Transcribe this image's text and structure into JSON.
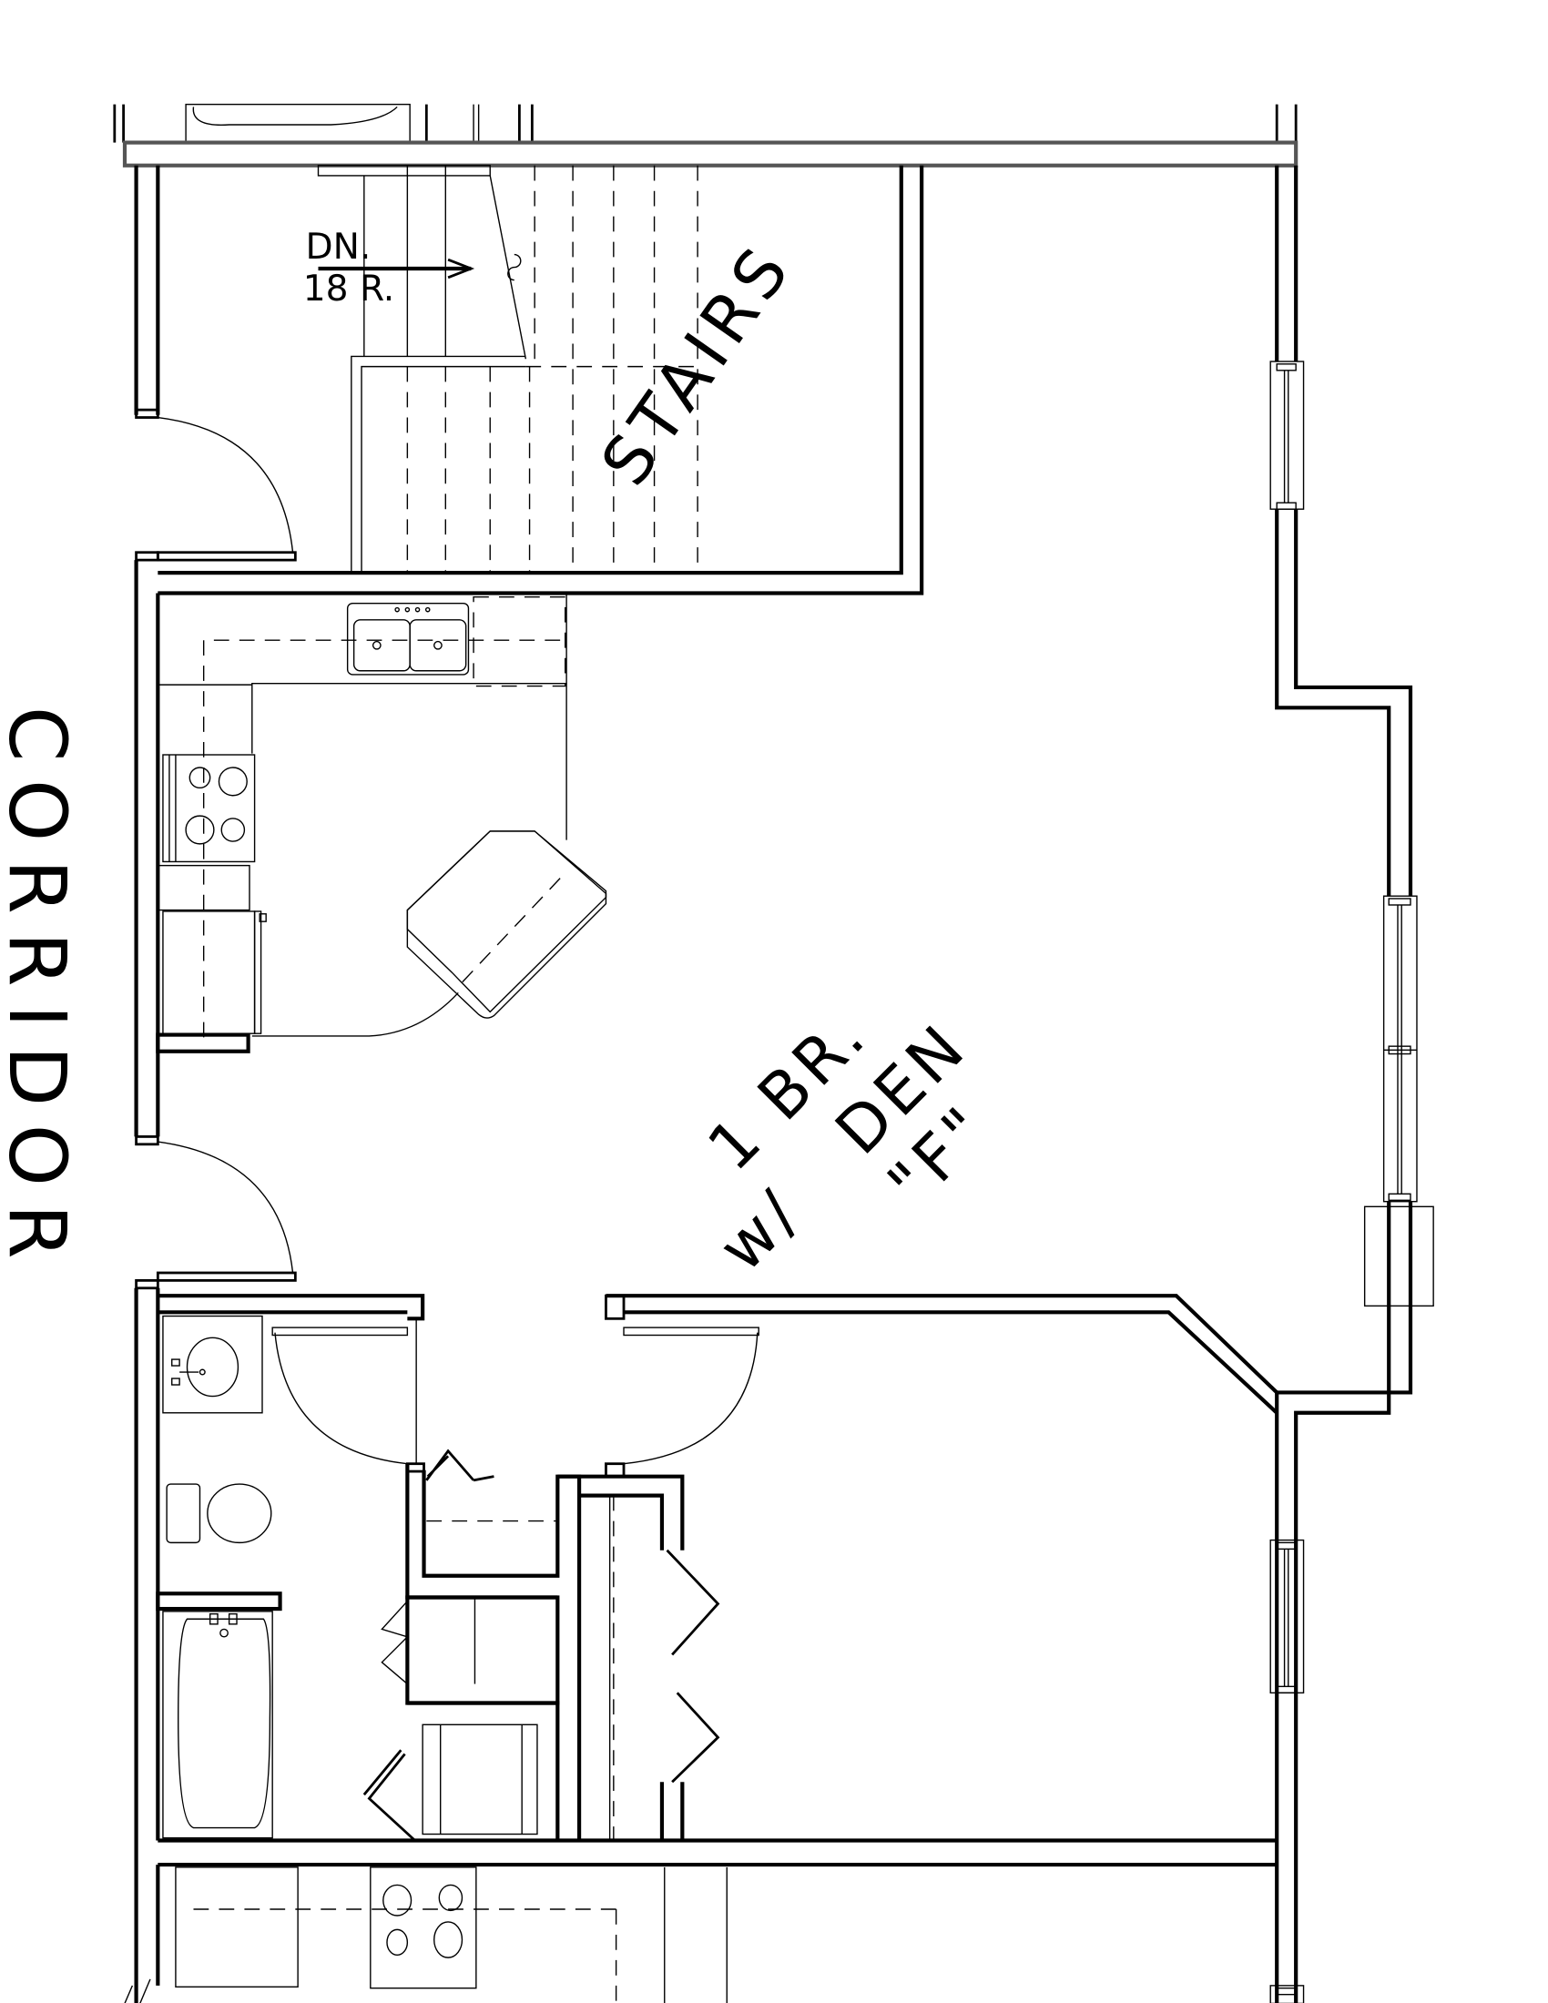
{
  "plan": {
    "unit_label_line1": "1 BR.",
    "unit_label_line2_prefix": "w/",
    "unit_label_line2": "DEN",
    "unit_label_line3": "\"F\"",
    "stairs_label": "STAIRS",
    "stairs_direction": "DN.",
    "stairs_risers": "18 R.",
    "corridor_label": "CORRIDOR"
  },
  "rooms": [
    {
      "name": "stairs",
      "label": "STAIRS"
    },
    {
      "name": "kitchen",
      "fixtures": [
        "double-sink",
        "range",
        "refrigerator",
        "dishwasher",
        "island"
      ]
    },
    {
      "name": "living-bedroom-den",
      "label": "1 BR. w/ DEN \"F\""
    },
    {
      "name": "bathroom",
      "fixtures": [
        "lavatory",
        "toilet",
        "bathtub"
      ]
    },
    {
      "name": "laundry",
      "fixtures": [
        "washer-dryer"
      ]
    },
    {
      "name": "closets"
    }
  ],
  "colors": {
    "line": "#000000",
    "background": "#ffffff"
  }
}
